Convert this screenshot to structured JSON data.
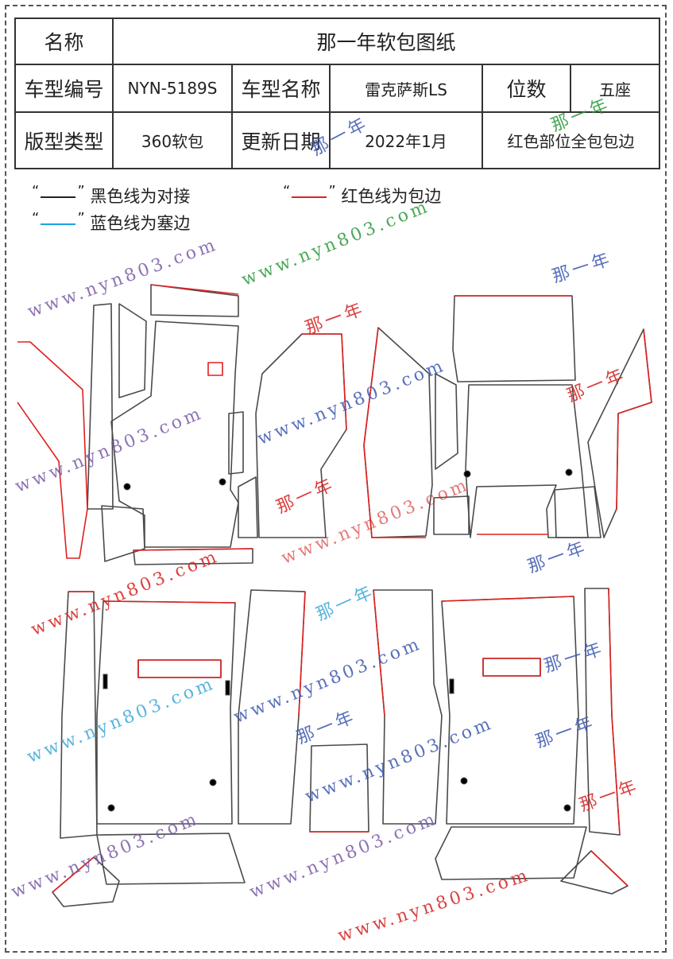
{
  "header": {
    "name_label": "名称",
    "name_value": "那一年软包图纸",
    "model_no_label": "车型编号",
    "model_no_value": "NYN-5189S",
    "model_name_label": "车型名称",
    "model_name_value": "雷克萨斯LS",
    "seats_label": "位数",
    "seats_value": "五座",
    "type_label": "版型类型",
    "type_value": "360软包",
    "date_label": "更新日期",
    "date_value": "2022年1月",
    "note_value": "红色部位全包包边"
  },
  "legend": {
    "black": {
      "text": "黑色线为对接",
      "color": "#222222"
    },
    "red": {
      "text": "红色线为包边",
      "color": "#e02020"
    },
    "blue": {
      "text": "蓝色线为塞边",
      "color": "#1aa3e0"
    },
    "open_quote": "“",
    "close_quote": "”"
  },
  "watermarks": {
    "site": "www.nyn803.com",
    "brand": "那一年"
  },
  "colors": {
    "outline": "#4a4a4a",
    "edge": "#e02020",
    "wm_purple": "#7a5aa8",
    "wm_blue": "#3b58b0",
    "wm_green": "#2a9a3a",
    "wm_red": "#d42020",
    "wm_cyan": "#3aa8d8"
  }
}
